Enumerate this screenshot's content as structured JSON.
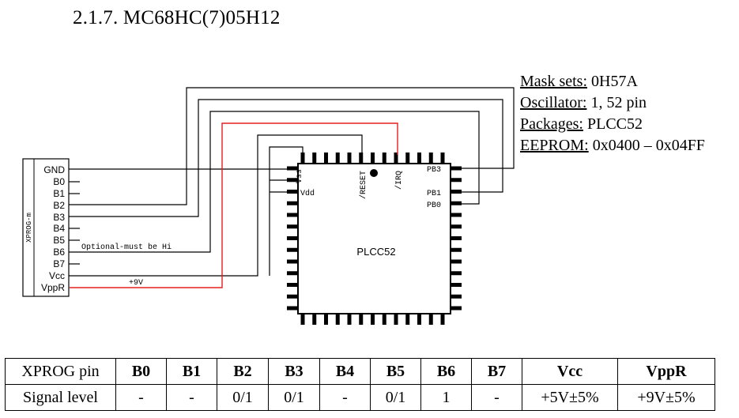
{
  "title": "2.1.7. MC68HC(7)05H12",
  "info": [
    {
      "key": "Mask sets:",
      "value": " 0H57A"
    },
    {
      "key": "Oscillator:",
      "value": " 1, 52 pin"
    },
    {
      "key": "Packages:",
      "value": " PLCC52"
    },
    {
      "key": "EEPROM:",
      "value": " 0x0400 – 0x04FF"
    }
  ],
  "connector": {
    "name": "XPROG-m",
    "pins": [
      "GND",
      "B0",
      "B1",
      "B2",
      "B3",
      "B4",
      "B5",
      "B6",
      "B7",
      "Vcc",
      "VppR"
    ]
  },
  "wire_labels": {
    "b6_note": "Optional-must be Hi",
    "vpp_note": "+9V"
  },
  "chip": {
    "package_label": "PLCC52",
    "pins": {
      "vss": "Vss",
      "vdd": "Vdd",
      "reset": "/RESET",
      "irq": "/IRQ",
      "pb3": "PB3",
      "pb1": "PB1",
      "pb0": "PB0"
    }
  },
  "colors": {
    "wire": "#000000",
    "vpp_wire": "#e02020"
  },
  "table": {
    "header": [
      "XPROG pin",
      "B0",
      "B1",
      "B2",
      "B3",
      "B4",
      "B5",
      "B6",
      "B7",
      "Vcc",
      "VppR"
    ],
    "row": [
      "Signal level",
      "-",
      "-",
      "0/1",
      "0/1",
      "-",
      "0/1",
      "1",
      "-",
      "+5V±5%",
      "+9V±5%"
    ]
  }
}
